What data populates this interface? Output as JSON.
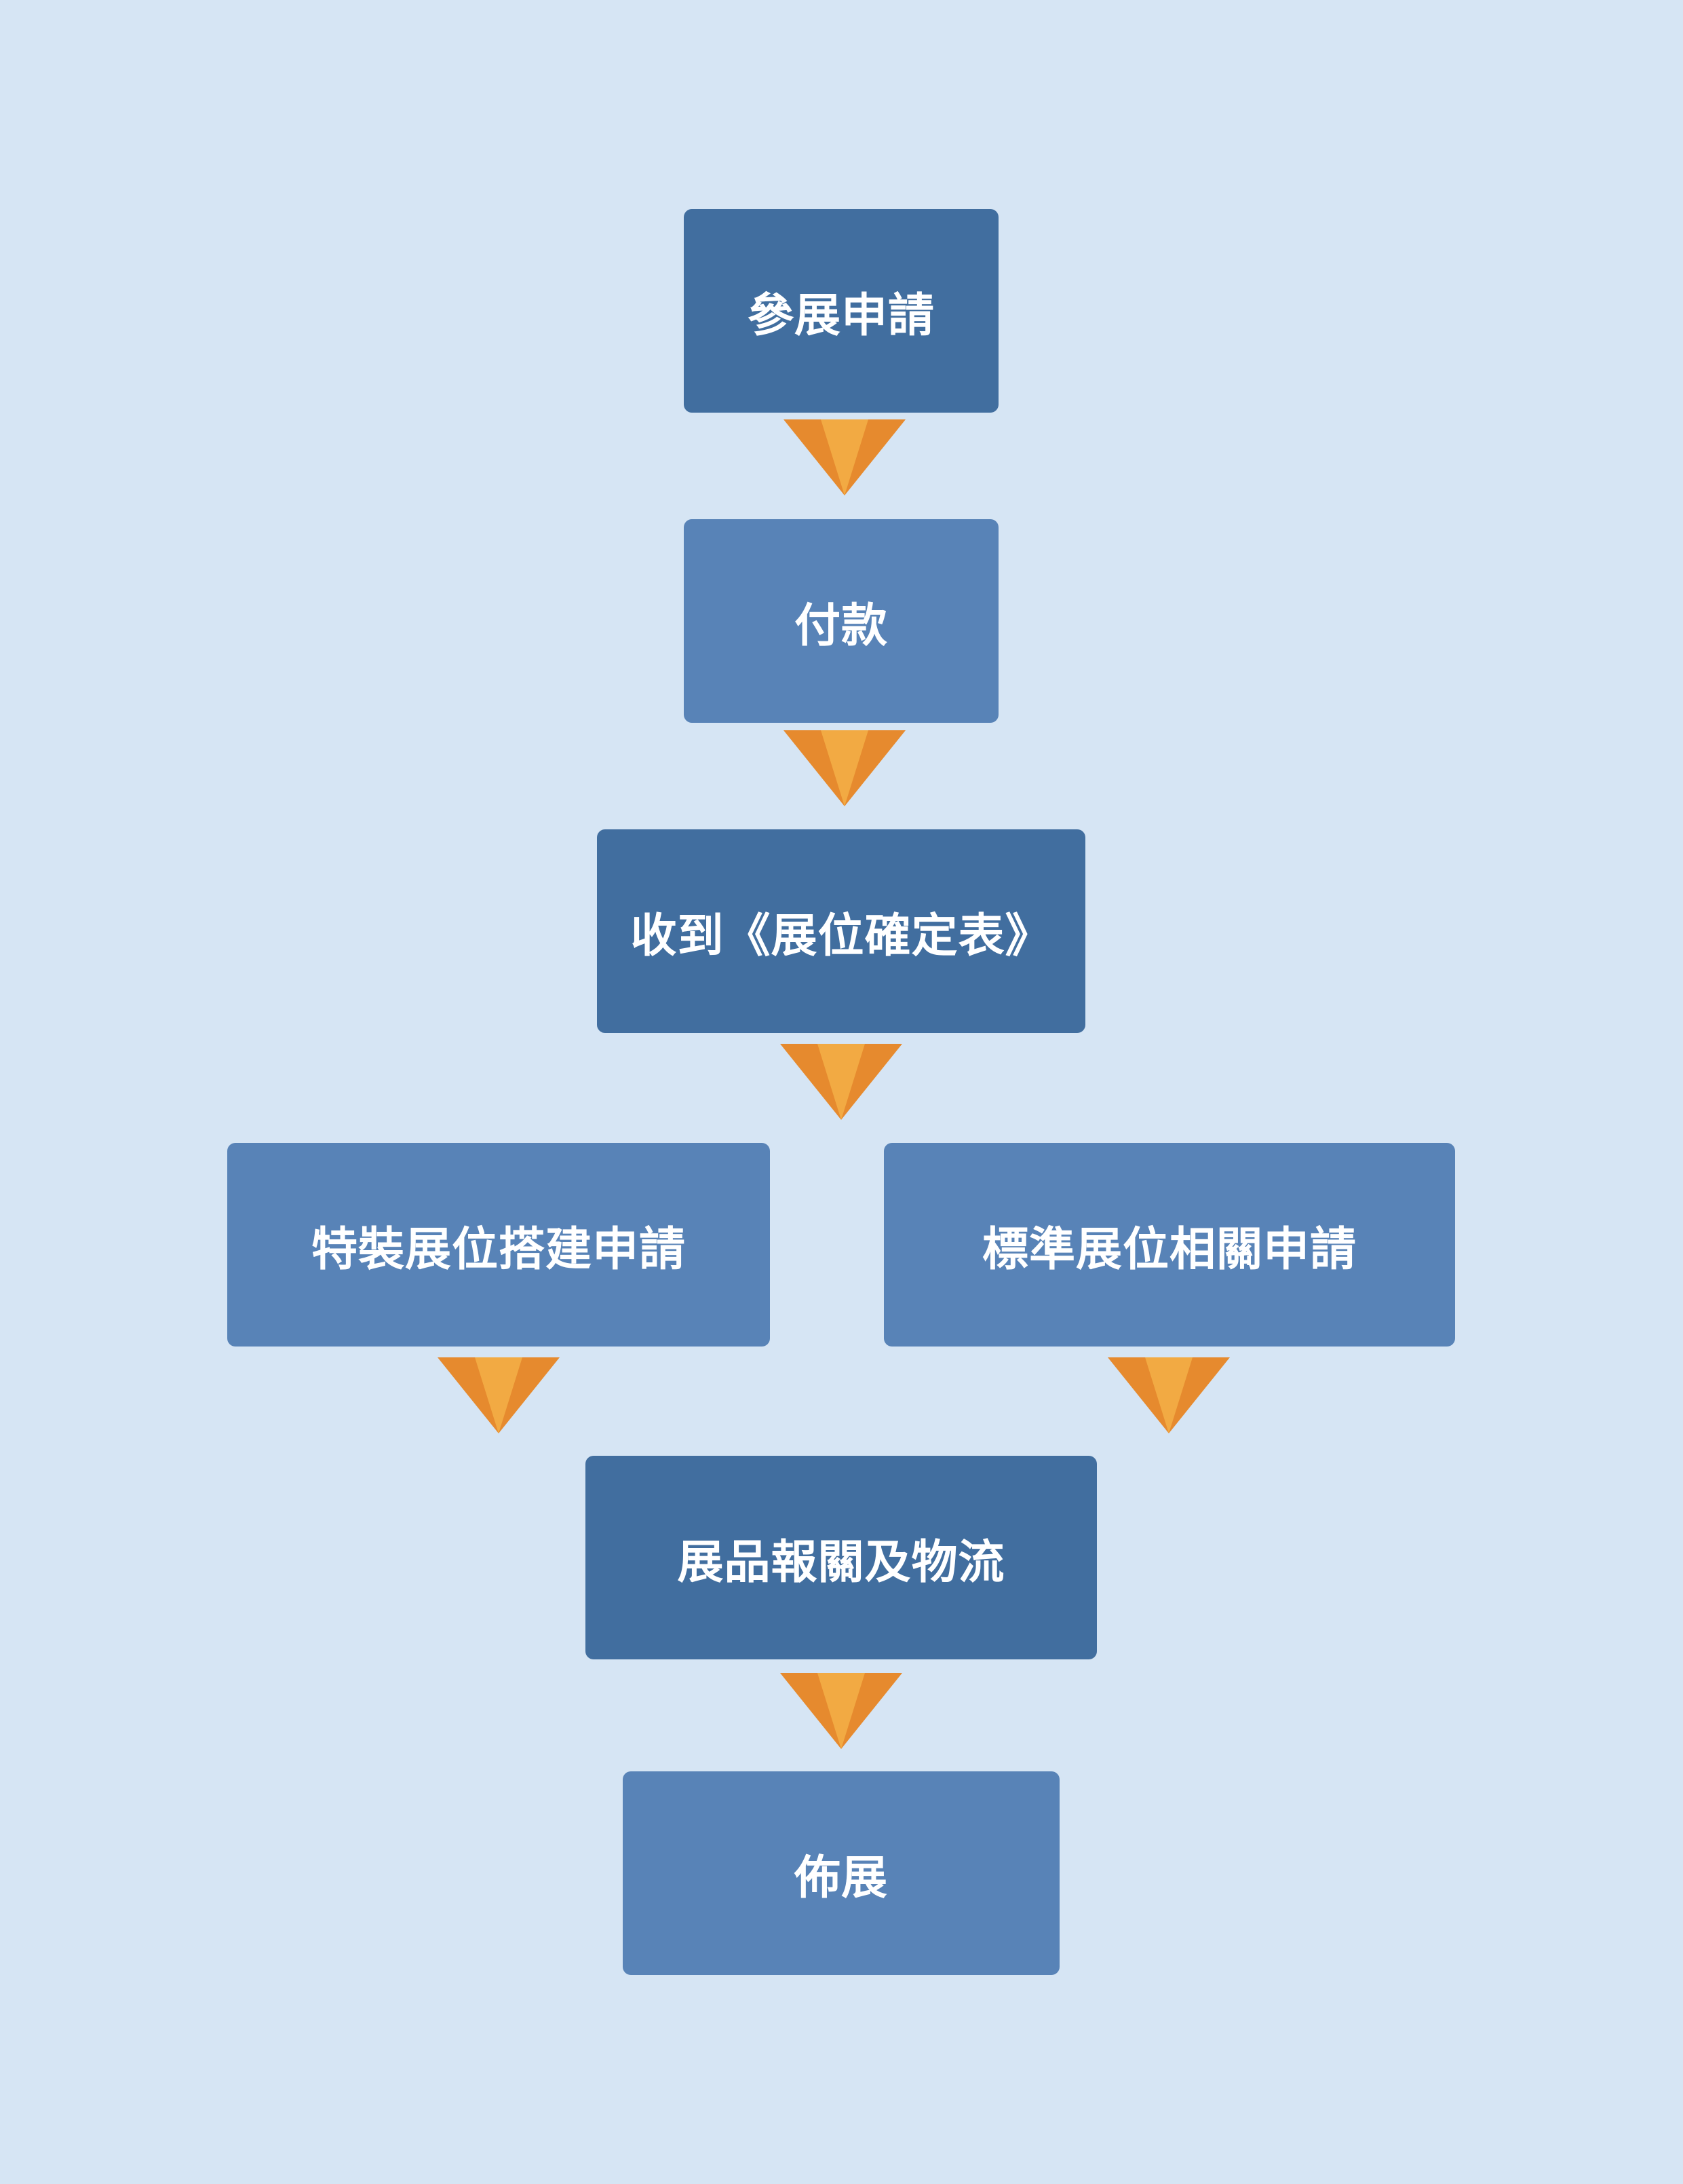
{
  "colors": {
    "background": "#d6e5f4",
    "box_dark": "#416e9f",
    "box_light": "#5883b7",
    "arrow_outer": "#e68a2e",
    "arrow_inner": "#f2aa43",
    "text": "#ffffff"
  },
  "flowchart": {
    "steps": [
      {
        "label": "參展申請"
      },
      {
        "label": "付款"
      },
      {
        "label": "收到《展位確定表》"
      },
      {
        "label": "特裝展位搭建申請"
      },
      {
        "label": "標準展位相關申請"
      },
      {
        "label": "展品報關及物流"
      },
      {
        "label": "佈展"
      }
    ]
  }
}
